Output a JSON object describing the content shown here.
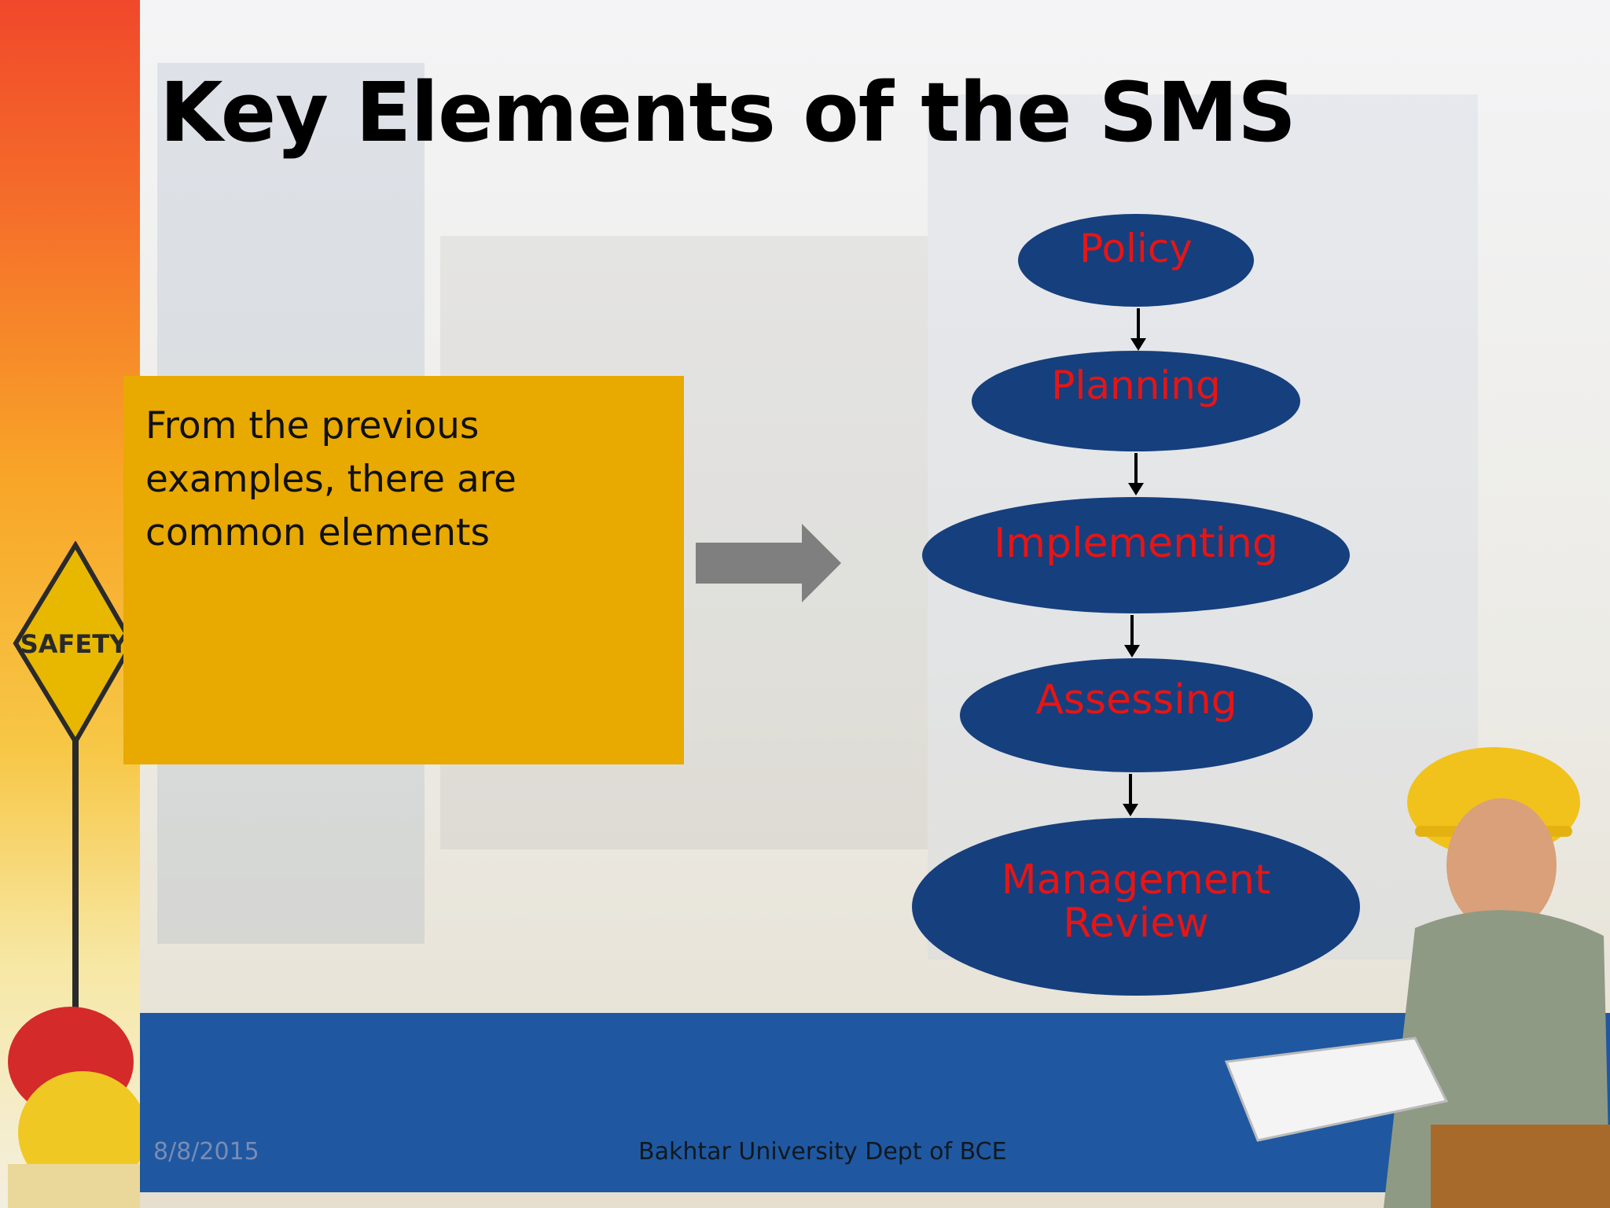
{
  "slide": {
    "title": "Key Elements of the SMS",
    "text_box": "From the previous examples, there are common elements",
    "flow": {
      "nodes": [
        {
          "id": "policy",
          "label": "Policy"
        },
        {
          "id": "planning",
          "label": "Planning"
        },
        {
          "id": "implementing",
          "label": "Implementing"
        },
        {
          "id": "assessing",
          "label": "Assessing"
        },
        {
          "id": "review",
          "label_line1": "Management",
          "label_line2": "Review"
        }
      ]
    },
    "sign_text": "SAFETY",
    "footer": {
      "date": "8/8/2015",
      "text": "Bakhtar University Dept of BCE"
    }
  },
  "colors": {
    "node_fill": "#163f7e",
    "node_text": "#e61515",
    "text_box_fill": "#e8a900",
    "arrow_grey": "#7f7f7f",
    "footer_band": "#1f58a0"
  },
  "icons": [
    "safety-sign-icon",
    "helmet-icon",
    "worker-illustration"
  ]
}
